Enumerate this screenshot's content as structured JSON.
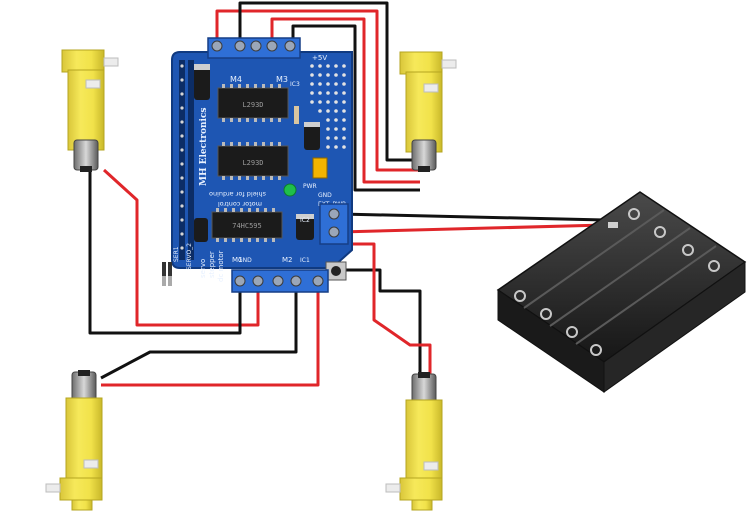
{
  "board": {
    "brand": "MH Electronics",
    "subtitle": "shield for arduino",
    "motor_control": "motor control",
    "chips": [
      "L293D",
      "L293D",
      "74HC595"
    ],
    "header_left": [
      "M4",
      "M3"
    ],
    "header_top_right": "+5V",
    "pwr_label": "PWR",
    "ext_pwr": "EXT_PWR",
    "gnd_labels": [
      "GND",
      "GND"
    ],
    "servo_labels": [
      "SER1",
      "SERVO_2"
    ],
    "motor_labels": [
      "M1",
      "M2"
    ],
    "stepper_label": "stepper",
    "servo_word": "servo",
    "dc_motor_label": "dc motor",
    "ic_labels": [
      "IC1",
      "IC2",
      "IC3"
    ]
  },
  "colors": {
    "board": "#1e56b3",
    "board_dark": "#143f8a",
    "terminal": "#2f6fd6",
    "wire_red": "#e0262a",
    "wire_black": "#111111",
    "motor_yellow": "#f1e24a",
    "motor_yellow_dark": "#c9b82a",
    "battery_holder": "#2a2a2a"
  },
  "components": {
    "motors": [
      "geared-dc-motor",
      "geared-dc-motor",
      "geared-dc-motor",
      "geared-dc-motor"
    ],
    "battery": "4xAA-battery-holder"
  }
}
